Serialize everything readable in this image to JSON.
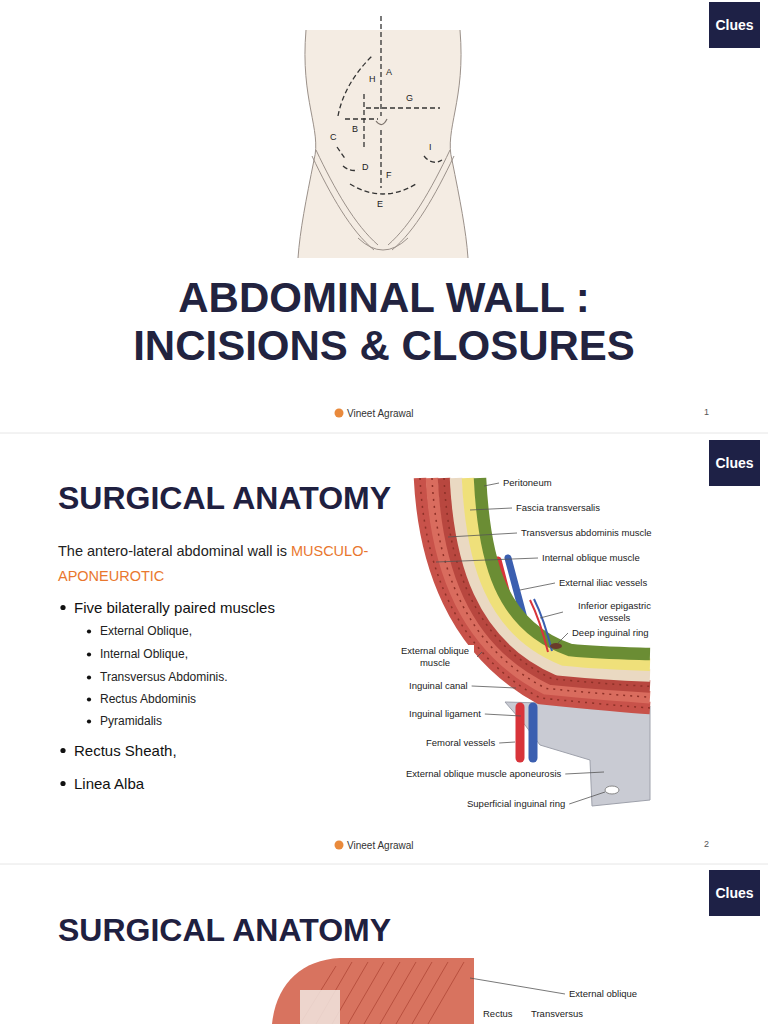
{
  "diagram": {
    "title": "ABDOMINAL WALL : INCISIONS & CLOSURES",
    "nodes": [
      {
        "text": [
          "Clues"
        ]
      },
      {
        "text": [
          "Clues"
        ]
      },
      {
        "text": [
          "Clues"
        ]
      }
    ],
    "labels": [
      "H",
      "A",
      "G",
      "B",
      "C",
      "D",
      "F",
      "E",
      "I",
      "Vineet Agrawal",
      "1",
      "SURGICAL ANATOMY",
      "The antero-lateral abdominal wall is",
      "MUSCULO-APONEUROTIC",
      "Five bilaterally paired muscles",
      "External Oblique,",
      "Internal Oblique,",
      "Transversus Abdominis.",
      "Rectus Abdominis",
      "Pyramidalis",
      "Rectus Sheath,",
      "Linea Alba",
      "Peritoneum",
      "Fascia transversalis",
      "Transversus abdominis muscle",
      "Internal oblique muscle",
      "External iliac vessels",
      "Inferior epigastric vessels",
      "Deep inguinal ring",
      "External oblique muscle",
      "Inguinal canal",
      "Inguinal ligament",
      "Femoral vessels",
      "External oblique muscle aponeurosis",
      "Superficial inguinal ring",
      "Vineet Agrawal",
      "2",
      "SURGICAL ANATOMY",
      "External oblique",
      "Rectus",
      "Transversus"
    ]
  }
}
